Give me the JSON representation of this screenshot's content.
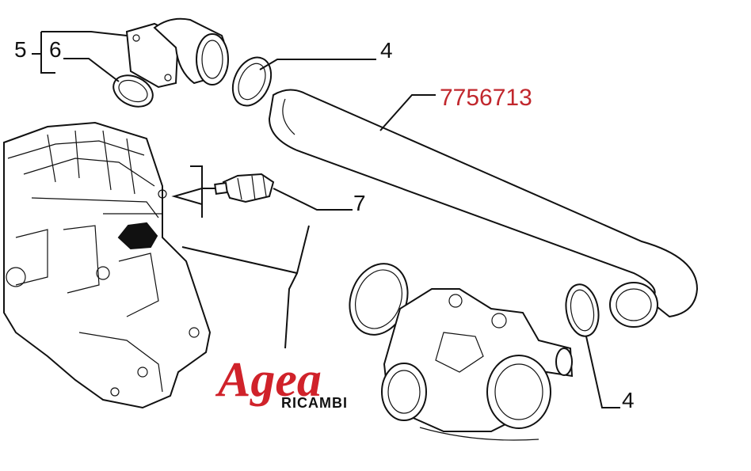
{
  "labels": {
    "label_5": "5",
    "label_6": "6",
    "label_4_top": "4",
    "label_part_number": "7756713",
    "label_7": "7",
    "label_4_bottom": "4"
  },
  "logo": {
    "brand": "Agea",
    "subtitle": "RICAMBI"
  },
  "colors": {
    "part_number": "#c1272d",
    "logo_red": "#d0222a",
    "line": "#111111"
  }
}
